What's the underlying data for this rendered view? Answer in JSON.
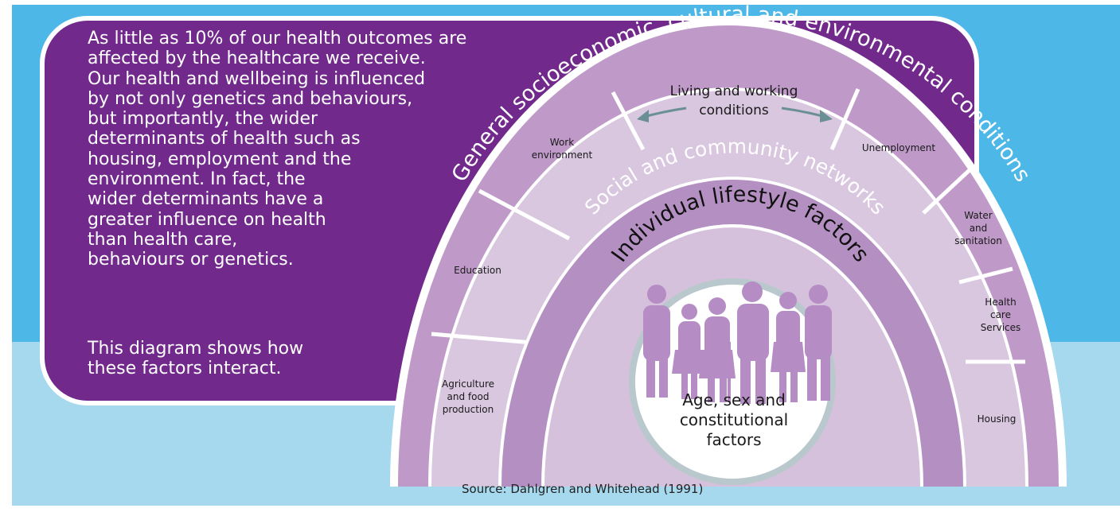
{
  "intro": {
    "paragraph1": "As little as 10% of our health outcomes are\naffected by the healthcare we receive.\nOur health and wellbeing is influenced\nby not only genetics and behaviours,\nbut importantly, the wider\ndeterminants of health such as\nhousing, employment and the\nenvironment.   In fact, the\nwider determinants have a\ngreater influence on health\nthan health care,\nbehaviours or genetics.",
    "paragraph2": "This diagram shows how\nthese factors interact."
  },
  "diagram": {
    "outer_layer": "General socioeconomic, cultural and environmental conditions",
    "middle_layer": "Social and community networks",
    "inner_layer": "Individual lifestyle factors",
    "core": [
      "Age, sex and",
      "constitutional",
      "factors"
    ],
    "living_working": [
      "Living and working",
      "conditions"
    ],
    "segments": {
      "agriculture": [
        "Agriculture",
        "and food",
        "production"
      ],
      "education": [
        "Education"
      ],
      "work": [
        "Work",
        "environment"
      ],
      "unemployment": [
        "Unemployment"
      ],
      "water": [
        "Water",
        "and",
        "sanitation"
      ],
      "health_care": [
        "Health",
        "care",
        "Services"
      ],
      "housing": [
        "Housing"
      ]
    }
  },
  "source": "Source: Dahlgren and Whitehead (1991)",
  "colors": {
    "sky": "#4db8e8",
    "ground": "#a6d8ee",
    "panel": "#72298c",
    "outer_ring": "#bf9ac9",
    "segment": "#d9c6df",
    "middle_ring": "#b48fc2",
    "inner_ring": "#d5c1dc",
    "core": "#ffffff",
    "figures": "#b58cc4"
  }
}
